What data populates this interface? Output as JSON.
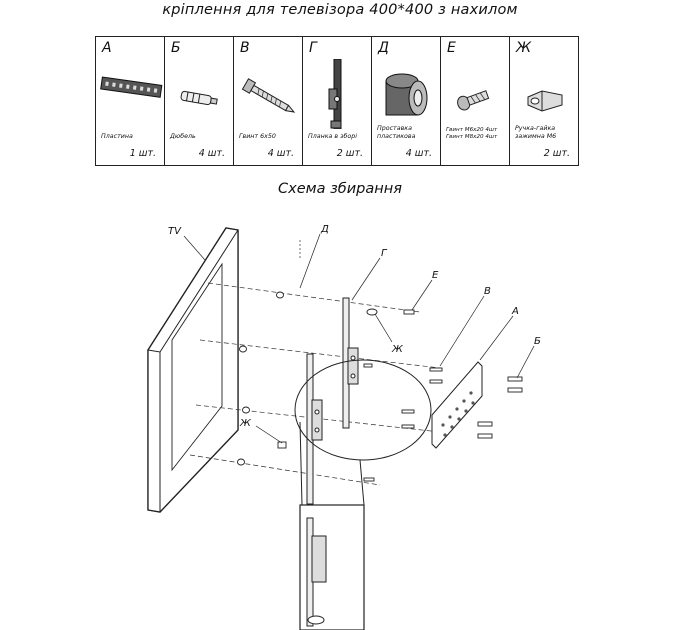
{
  "title": "кріплення для телевізора 400*400 з нахилом",
  "parts": [
    {
      "letter": "А",
      "name": "Пластина",
      "qty": "1 шт.",
      "icon": "plate-icon"
    },
    {
      "letter": "Б",
      "name": "Дюбель",
      "qty": "4 шт.",
      "icon": "dowel-icon"
    },
    {
      "letter": "В",
      "name": "Гвинт 6х50",
      "qty": "4 шт.",
      "icon": "screw-icon"
    },
    {
      "letter": "Г",
      "name": "Планка в зборі",
      "qty": "2 шт.",
      "icon": "bracket-icon"
    },
    {
      "letter": "Д",
      "name": "Проставка пластикова",
      "qty": "4 шт.",
      "icon": "spacer-icon"
    },
    {
      "letter": "Е",
      "name": "Гвинт М6х20 4шт\nГвинт М8х20 4шт",
      "qty": "",
      "icon": "bolt-icon"
    },
    {
      "letter": "Ж",
      "name": "Ручка-гайка зажимна М6",
      "qty": "2 шт.",
      "icon": "knob-nut-icon"
    }
  ],
  "subtitle": "Схема збирання",
  "diagram": {
    "tv_label": "TV",
    "labels": [
      "Д",
      "Г",
      "Е",
      "В",
      "А",
      "Б",
      "Ж",
      "Ж"
    ]
  }
}
